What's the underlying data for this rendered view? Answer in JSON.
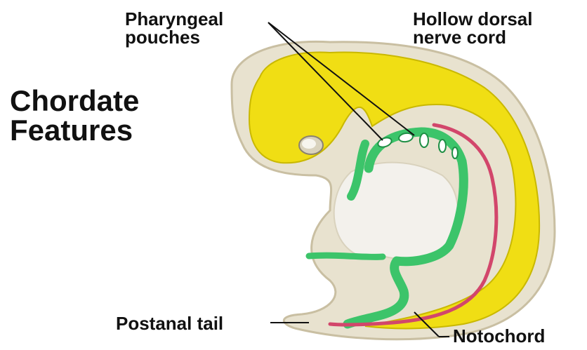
{
  "title": {
    "line1": "Chordate",
    "line2": "Features"
  },
  "labels": {
    "pharyngeal_line1": "Pharyngeal",
    "pharyngeal_line2": "pouches",
    "nerve_line1": "Hollow dorsal",
    "nerve_line2": "nerve cord",
    "tail": "Postanal tail",
    "notochord": "Notochord"
  },
  "colors": {
    "outer_body": "#e8e2cf",
    "outer_outline": "#c9bfa2",
    "nerve_cord": "#f0de14",
    "nerve_cord_shade": "#c9b800",
    "gut": "#3cc46a",
    "gut_dark": "#1f8f45",
    "yolk": "#f3f1ec",
    "notochord": "#d2466b",
    "text": "#111111"
  }
}
